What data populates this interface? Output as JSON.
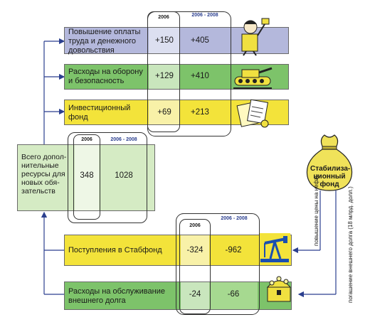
{
  "headers": {
    "year_single": "2006",
    "year_range": "2006 - 2008"
  },
  "spending": [
    {
      "label": "Повышение оплаты труда и денежного довольствия",
      "v2006": "+150",
      "v2008": "+405",
      "color": "#b4b8dc",
      "icon": "person-with-money-icon"
    },
    {
      "label": "Расходы на оборону и безопасность",
      "v2006": "+129",
      "v2008": "+410",
      "color": "#7dc36a",
      "icon": "tank-icon"
    },
    {
      "label": "Инвестиционный фонд",
      "v2006": "+69",
      "v2008": "+213",
      "color": "#f3e33a",
      "icon": "documents-icon"
    }
  ],
  "total": {
    "label": "Всего допол-нительные ресурсы для новых обя-зательств",
    "v2006": "348",
    "v2008": "1028",
    "color": "#d5ebc4"
  },
  "sources": [
    {
      "label": "Поступления в Стабфонд",
      "v2006": "-324",
      "v2008": "-962",
      "color": "#f3e33a",
      "icon": "oil-pump-icon"
    },
    {
      "label": "Расходы на обслуживание внешнего долга",
      "v2006": "-24",
      "v2008": "-66",
      "color": "#7dc36a",
      "icon": "treasure-chest-icon"
    }
  ],
  "fund": {
    "label": "Стабилиза-ционный фонд",
    "color": "#f0e25a"
  },
  "side_notes": {
    "oil": "повышение цены на нефть",
    "debt": "погашение внешнего долга (18 млрд. долл.)"
  }
}
